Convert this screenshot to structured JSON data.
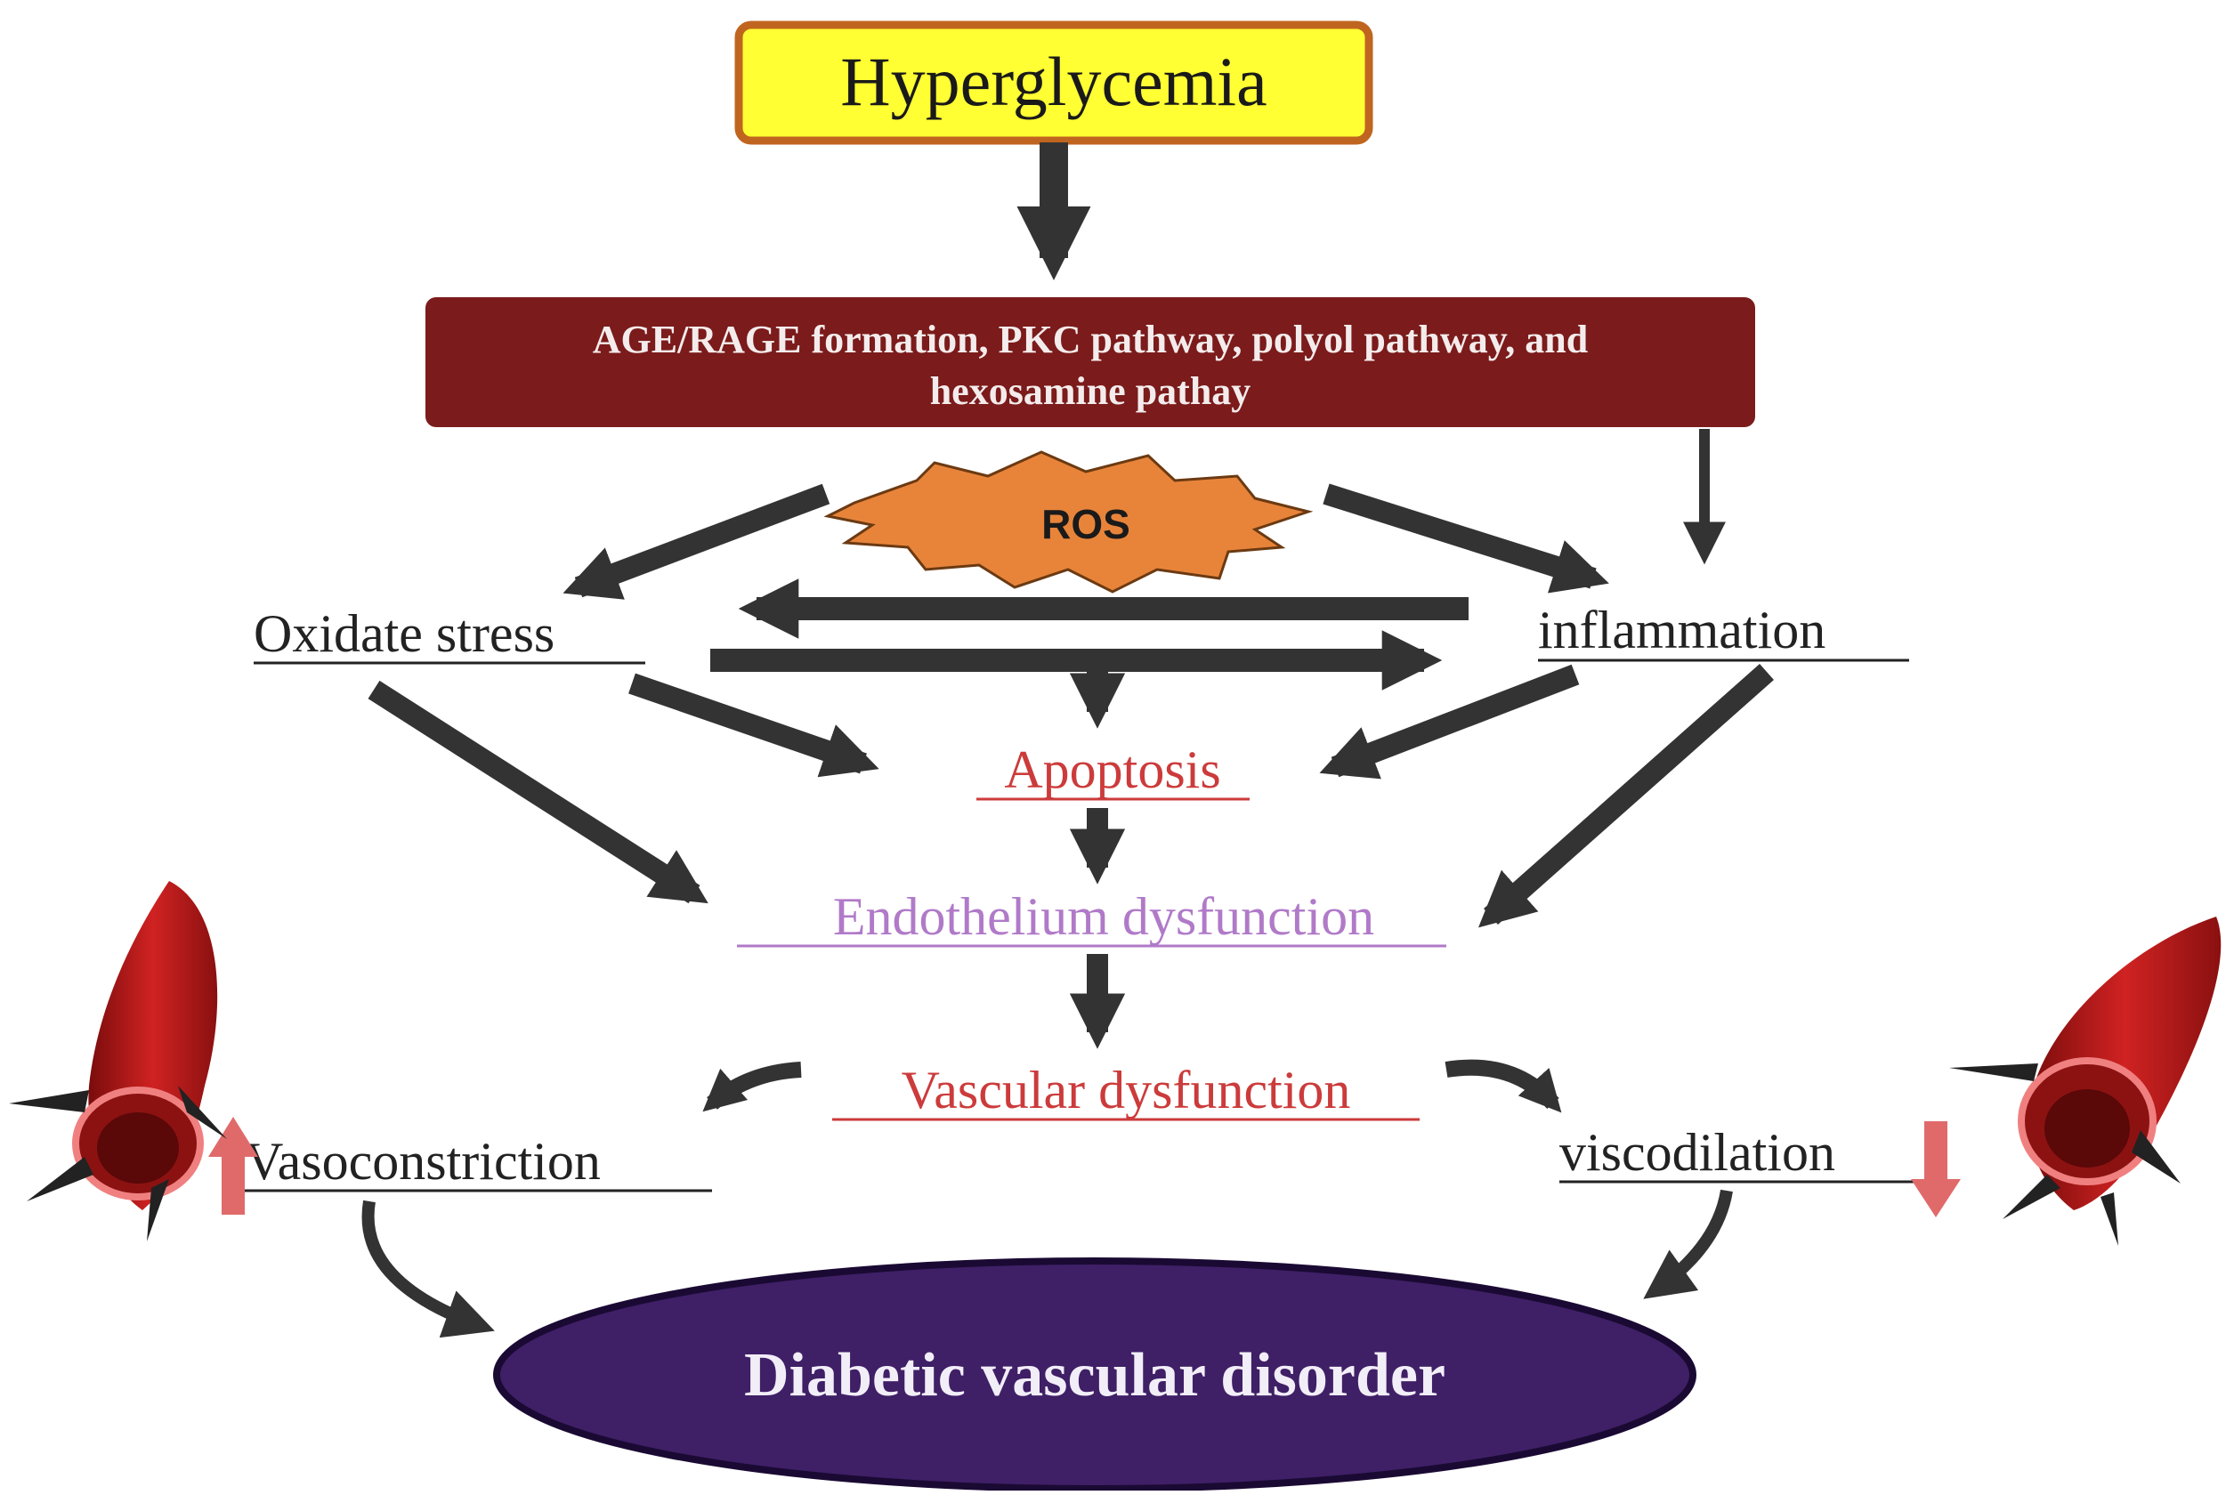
{
  "diagram": {
    "nodes": {
      "hyperglycemia": {
        "label": "Hyperglycemia"
      },
      "pathways": {
        "line1": "AGE/RAGE formation, PKC pathway, polyol pathway, and",
        "line2": "hexosamine pathay"
      },
      "ros": {
        "label": "ROS"
      },
      "oxidate_stress": {
        "label": "Oxidate stress"
      },
      "inflammation": {
        "label": "inflammation"
      },
      "apoptosis": {
        "label": "Apoptosis"
      },
      "endothelium": {
        "label": "Endothelium dysfunction"
      },
      "vascular": {
        "label": "Vascular dysfunction"
      },
      "vasoconstriction": {
        "label": "Vasoconstriction"
      },
      "viscodilation": {
        "label": "viscodilation"
      },
      "disorder": {
        "label": "Diabetic vascular disorder"
      }
    },
    "colors": {
      "hyperglycemia_fill": "#ffff33",
      "hyperglycemia_border": "#c0651f",
      "pathways_fill": "#7b1b1b",
      "ros_fill": "#e8843a",
      "arrow": "#333333",
      "red_label": "#cc3b3b",
      "purple_label": "#b07ac8",
      "disorder_fill": "#3f1f66",
      "vessel": "#b31b1b",
      "updown_arrow": "#e06a6a"
    },
    "icons": [
      "blood-vessel-icon-left",
      "blood-vessel-icon-right",
      "up-arrow-icon",
      "down-arrow-icon"
    ]
  }
}
